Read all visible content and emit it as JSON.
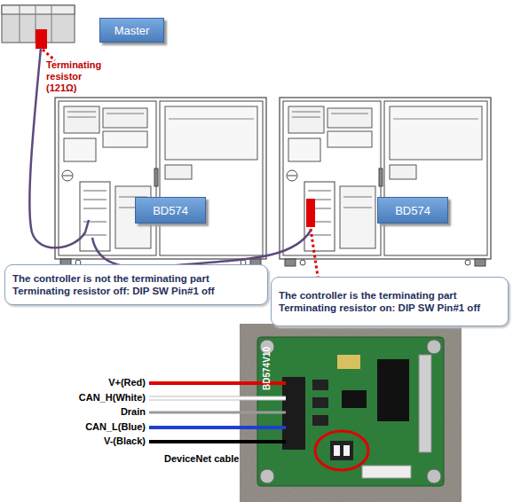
{
  "diagram": {
    "nodes": [
      {
        "text": [
          "Master"
        ]
      },
      {
        "text": [
          "BD574"
        ]
      },
      {
        "text": [
          "BD574"
        ]
      },
      {
        "text": [
          "The controller is not the terminating part Terminating resistor off: DIP SW Pin#1 off"
        ]
      },
      {
        "text": [
          "The controller is the terminating part Terminating resistor on: DIP SW Pin#1 off"
        ]
      }
    ],
    "labels": [
      "Terminating resistor (121Ω)",
      "V+(Red)",
      "CAN_H(White)",
      "Drain",
      "CAN_L(Blue)",
      "V-(Black)",
      "DeviceNet cable",
      "BD574V10"
    ]
  }
}
